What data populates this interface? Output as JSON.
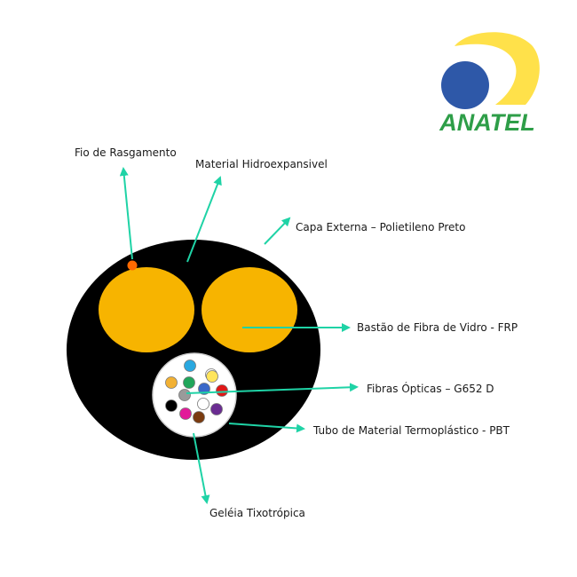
{
  "colors": {
    "arrow": "#1fd3a6",
    "jacket": "#000000",
    "frp_fill": "#f7b400",
    "tube_fill": "#ffffff",
    "ripcord": "#ff6a00",
    "logo_blue": "#2e58a8",
    "logo_yellow": "#ffe14a",
    "logo_green": "#2e9e48"
  },
  "labels": {
    "ripcord": "Fio de Rasgamento",
    "water_blocking": "Material Hidroexpansivel",
    "outer_jacket": "Capa Externa – Polietileno Preto",
    "strength_member": "Bastão de Fibra de Vidro - FRP",
    "optical_fibers": "Fibras Ópticas – G652 D",
    "loose_tube": "Tubo de Material Termoplástico - PBT",
    "gel": "Geléia Tixotrópica"
  },
  "logo": {
    "text": "ANATEL"
  },
  "fibers": [
    {
      "color": "#29a8e0",
      "icon": "fiber-blue-light"
    },
    {
      "color": "#ffffff",
      "icon": "fiber-white-top"
    },
    {
      "color": "#f2b134",
      "icon": "fiber-orange"
    },
    {
      "color": "#20a65a",
      "icon": "fiber-green"
    },
    {
      "color": "#ffe55c",
      "icon": "fiber-yellow"
    },
    {
      "color": "#9a9a9a",
      "icon": "fiber-gray"
    },
    {
      "color": "#3a68c9",
      "icon": "fiber-blue"
    },
    {
      "color": "#e01717",
      "icon": "fiber-red"
    },
    {
      "color": "#000000",
      "icon": "fiber-black"
    },
    {
      "color": "#e21a99",
      "icon": "fiber-pink"
    },
    {
      "color": "#ffffff",
      "icon": "fiber-white"
    },
    {
      "color": "#6a2c91",
      "icon": "fiber-violet"
    },
    {
      "color": "#7a3b10",
      "icon": "fiber-brown"
    }
  ]
}
